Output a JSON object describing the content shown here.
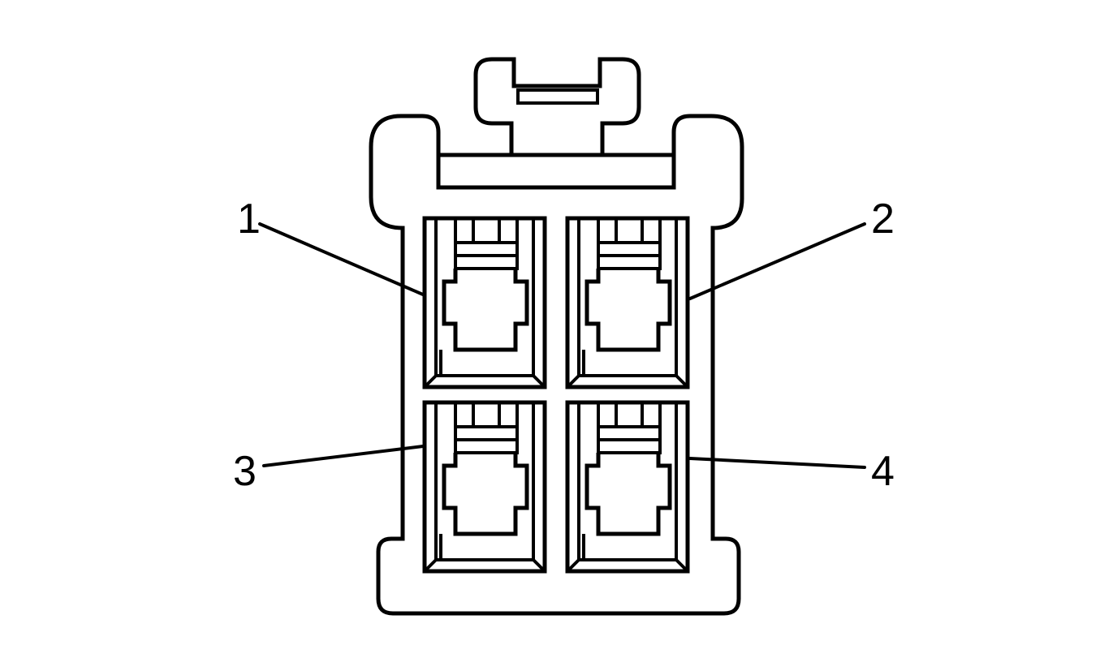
{
  "diagram": {
    "colors": {
      "stroke": "#000000",
      "background": "#ffffff"
    },
    "pins": [
      {
        "id": "1",
        "label": "1"
      },
      {
        "id": "2",
        "label": "2"
      },
      {
        "id": "3",
        "label": "3"
      },
      {
        "id": "4",
        "label": "4"
      }
    ]
  }
}
